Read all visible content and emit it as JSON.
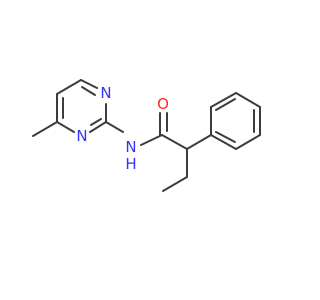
{
  "molecule": {
    "atoms": {
      "n_ring_top": {
        "symbol": "N",
        "color": "#3333ff"
      },
      "n_ring_bottom": {
        "symbol": "N",
        "color": "#3333ff"
      },
      "nh": {
        "symbol": "N",
        "h": "H",
        "color": "#3333ff"
      },
      "o": {
        "symbol": "O",
        "color": "#ff2a2a"
      }
    },
    "bond_color": "#3c3c3c"
  }
}
